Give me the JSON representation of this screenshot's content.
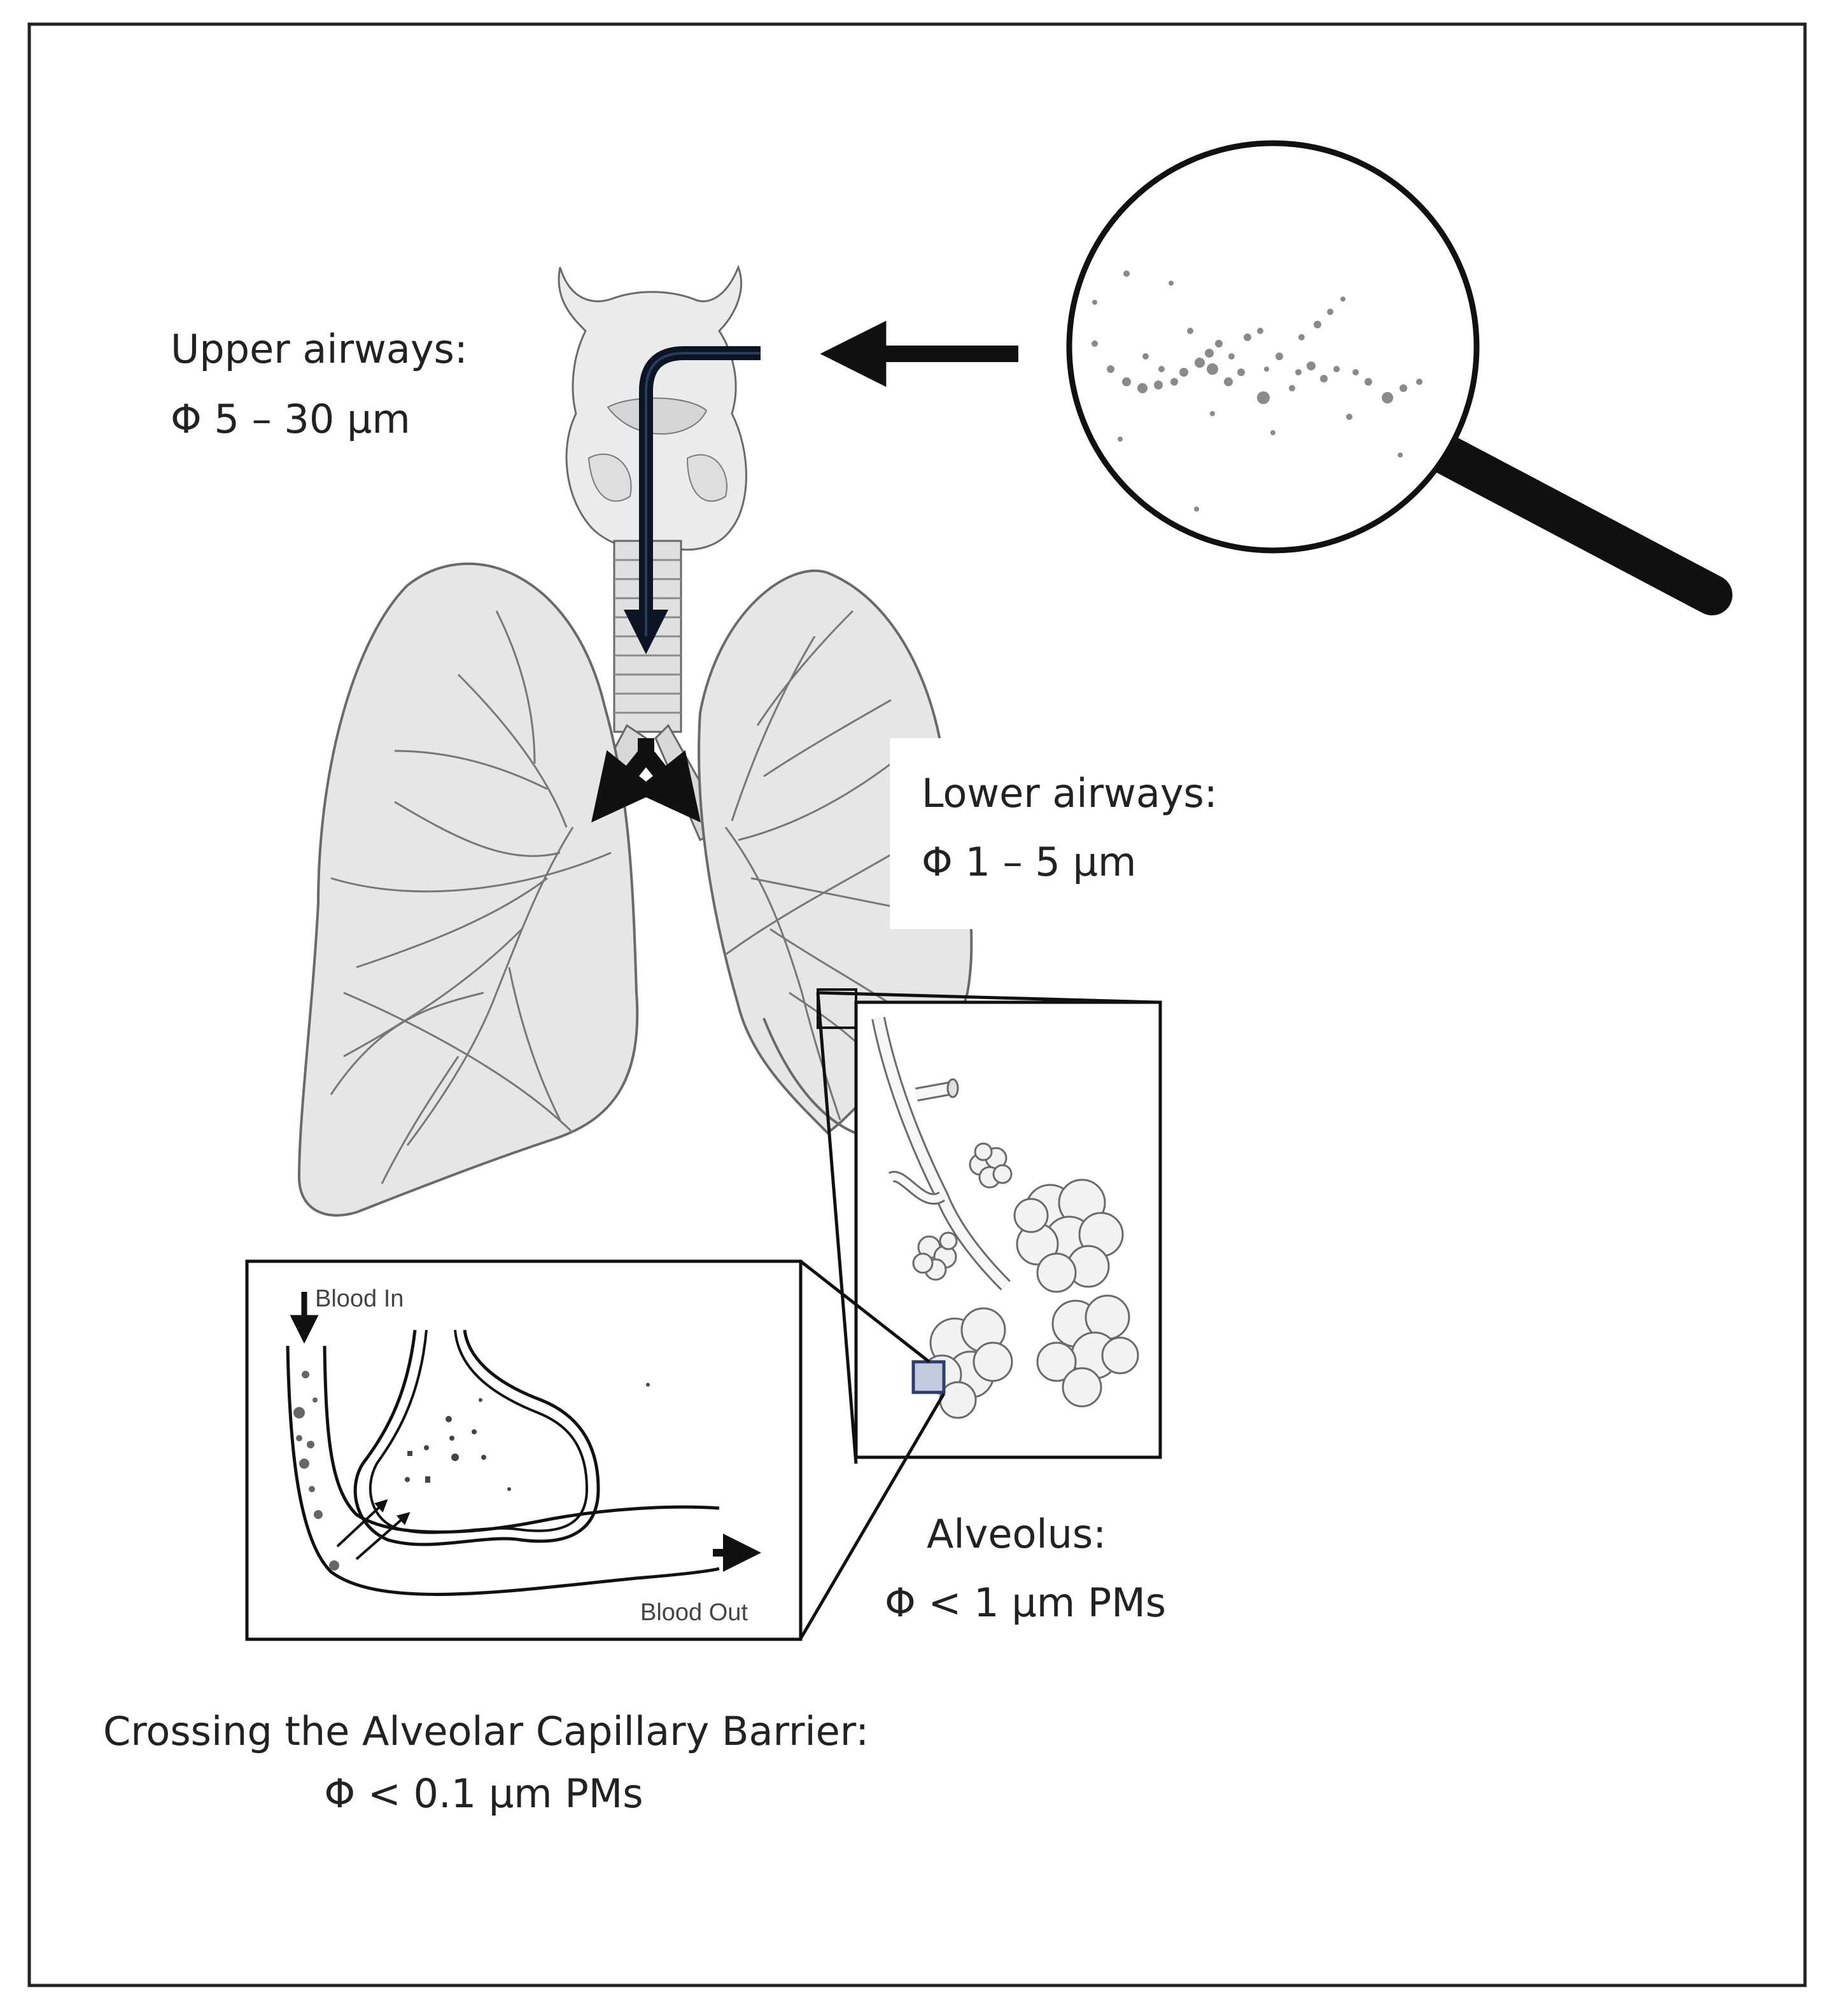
{
  "labels": {
    "upper_airways_title": "Upper airways:",
    "upper_airways_size": "Φ 5 – 30 µm",
    "lower_airways_title": "Lower airways:",
    "lower_airways_size": "Φ 1 – 5 µm",
    "alveolus_title": "Alveolus:",
    "alveolus_size": "Φ < 1 µm PMs",
    "barrier_title": "Crossing the Alveolar Capillary Barrier:",
    "barrier_size": "Φ < 0.1 µm PMs",
    "blood_in": "Blood In",
    "blood_out": "Blood Out"
  },
  "colors": {
    "line": "#111111",
    "lung_fill": "#e6e6e6",
    "lung_stroke": "#6a6a6a",
    "airflow_arrow": "#0d1424",
    "particle": "#8a8a8a",
    "highlight_box": "#2c3e70"
  },
  "icons": [
    "magnifying-glass-icon",
    "airflow-arrow-icon",
    "lungs-illustration",
    "alveolus-illustration",
    "capillary-illustration"
  ]
}
